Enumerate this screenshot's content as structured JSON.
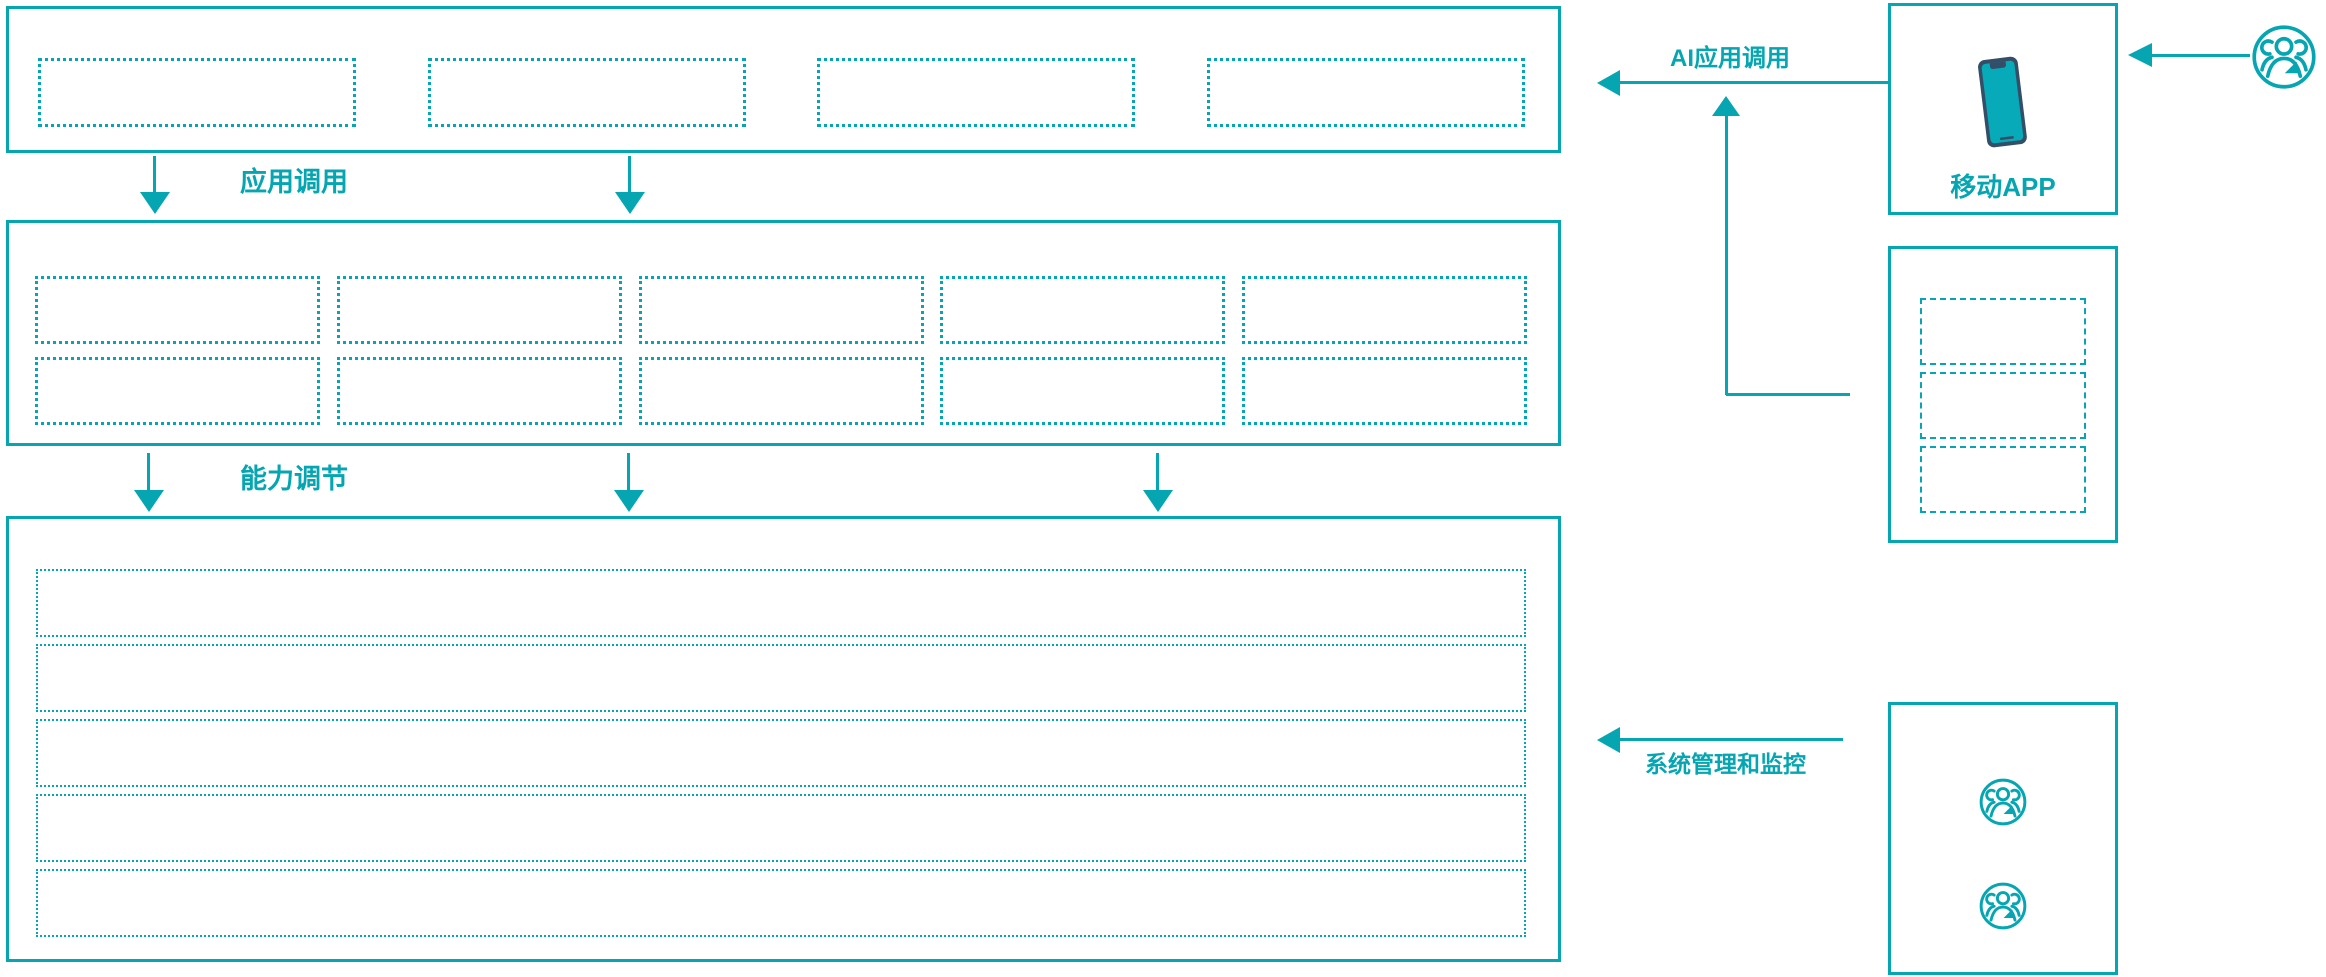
{
  "labels": {
    "app_call": "应用调用",
    "capability_adjust": "能力调节",
    "ai_app_call": "AI应用调用",
    "system_management": "系统管理和监控",
    "mobile_app": "移动APP"
  },
  "colors": {
    "accent": "#05a6b2",
    "phone_frame": "#334e66",
    "phone_screen": "#06aab8"
  },
  "structure": {
    "top_layer_placeholders": 4,
    "middle_layer_placeholders": 10,
    "bottom_layer_rows": 5,
    "right_api_placeholders": 3,
    "admin_user_icons": 2
  }
}
